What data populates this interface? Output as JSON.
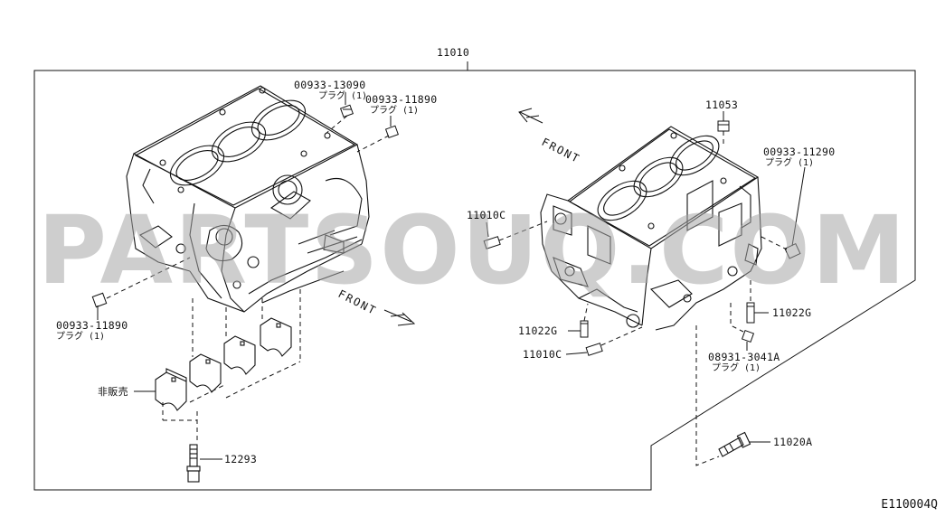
{
  "diagram": {
    "assembly_part": "11010",
    "watermark": "PARTSOUQ.COM",
    "diagram_code": "E110004Q",
    "front_labels": [
      "FRONT",
      "FRONT"
    ],
    "colors": {
      "line": "#111111",
      "watermark": "#a5a5a5",
      "background": "#ffffff"
    },
    "callouts": [
      {
        "id": "plug-13090",
        "part": "00933-13090",
        "note": "プラグ (1)"
      },
      {
        "id": "plug-11890-top",
        "part": "00933-11890",
        "note": "プラグ (1)"
      },
      {
        "id": "plug-11890-left",
        "part": "00933-11890",
        "note": "プラグ (1)"
      },
      {
        "id": "not-for-sale",
        "part": "非販売",
        "note": ""
      },
      {
        "id": "bolt-12293",
        "part": "12293",
        "note": ""
      },
      {
        "id": "nut-11053",
        "part": "11053",
        "note": ""
      },
      {
        "id": "plug-11290",
        "part": "00933-11290",
        "note": "プラグ (1)"
      },
      {
        "id": "dowel-11010c-upper",
        "part": "11010C",
        "note": ""
      },
      {
        "id": "pin-11022g-left",
        "part": "11022G",
        "note": ""
      },
      {
        "id": "dowel-11010c-lower",
        "part": "11010C",
        "note": ""
      },
      {
        "id": "pin-11022g-right",
        "part": "11022G",
        "note": ""
      },
      {
        "id": "plug-3041a",
        "part": "08931-3041A",
        "note": "プラグ (1)"
      },
      {
        "id": "bolt-11020a",
        "part": "11020A",
        "note": ""
      }
    ]
  }
}
